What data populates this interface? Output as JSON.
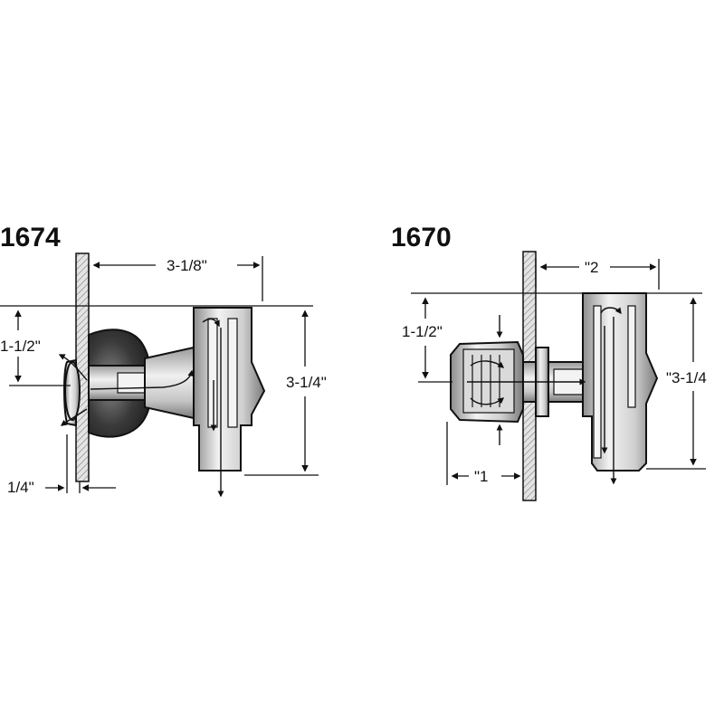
{
  "figures": [
    {
      "model": "1674",
      "dim_width": "3-1/8\"",
      "dim_height": "3-1/4\"",
      "dim_face": "1-1/2\"",
      "dim_wall": "1/4\""
    },
    {
      "model": "1670",
      "dim_width": "\"2",
      "dim_height": "\"3-1/4",
      "dim_face": "1-1/2\"",
      "dim_depth": "\"1"
    }
  ],
  "colors": {
    "outline": "#111111",
    "metal_light": "#e9e9e9",
    "metal_mid": "#bdbdbd",
    "metal_dark": "#6e6e6e",
    "rubber": "#2c2c2c",
    "wall": "#d0d0d0"
  },
  "icons": [
    "flow-arrow-icon"
  ]
}
